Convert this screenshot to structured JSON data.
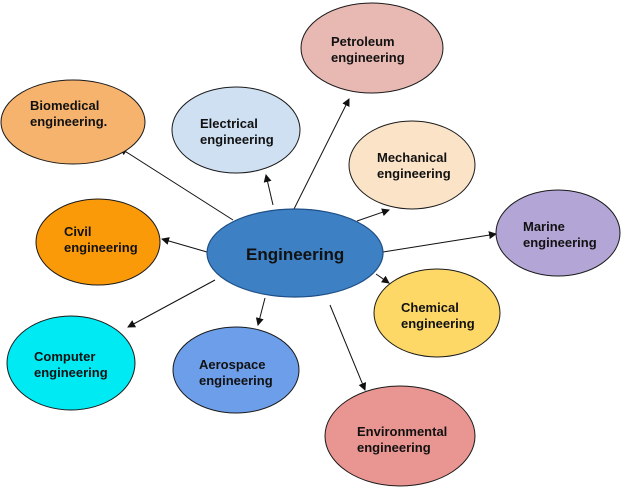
{
  "center": {
    "label": "Engineering",
    "color": "#3d80c4"
  },
  "nodes": [
    {
      "id": "biomedical",
      "label": "Biomedical engineering.",
      "lines": [
        "Biomedical",
        "engineering."
      ],
      "color": "#f5b36e"
    },
    {
      "id": "electrical",
      "label": "Electrical engineering",
      "lines": [
        "Electrical",
        "engineering"
      ],
      "color": "#cfe0f3"
    },
    {
      "id": "petroleum",
      "label": "Petroleum engineering",
      "lines": [
        "Petroleum",
        "engineering"
      ],
      "color": "#e8b9b3"
    },
    {
      "id": "mechanical",
      "label": "Mechanical engineering",
      "lines": [
        "Mechanical",
        "engineering"
      ],
      "color": "#fbe3c7"
    },
    {
      "id": "marine",
      "label": "Marine engineering",
      "lines": [
        "Marine",
        "engineering"
      ],
      "color": "#b3a6d6"
    },
    {
      "id": "chemical",
      "label": "Chemical engineering",
      "lines": [
        "Chemical",
        "engineering"
      ],
      "color": "#fdd867"
    },
    {
      "id": "environmental",
      "label": "Environmental engineering",
      "lines": [
        "Environmental",
        "engineering"
      ],
      "color": "#e99592"
    },
    {
      "id": "aerospace",
      "label": "Aerospace engineering",
      "lines": [
        "Aerospace",
        "engineering"
      ],
      "color": "#6d9eea"
    },
    {
      "id": "computer",
      "label": "Computer engineering",
      "lines": [
        "Computer",
        "engineering"
      ],
      "color": "#00eaf4"
    },
    {
      "id": "civil",
      "label": "Civil engineering",
      "lines": [
        "Civil",
        "engineering"
      ],
      "color": "#fa9a08"
    }
  ]
}
